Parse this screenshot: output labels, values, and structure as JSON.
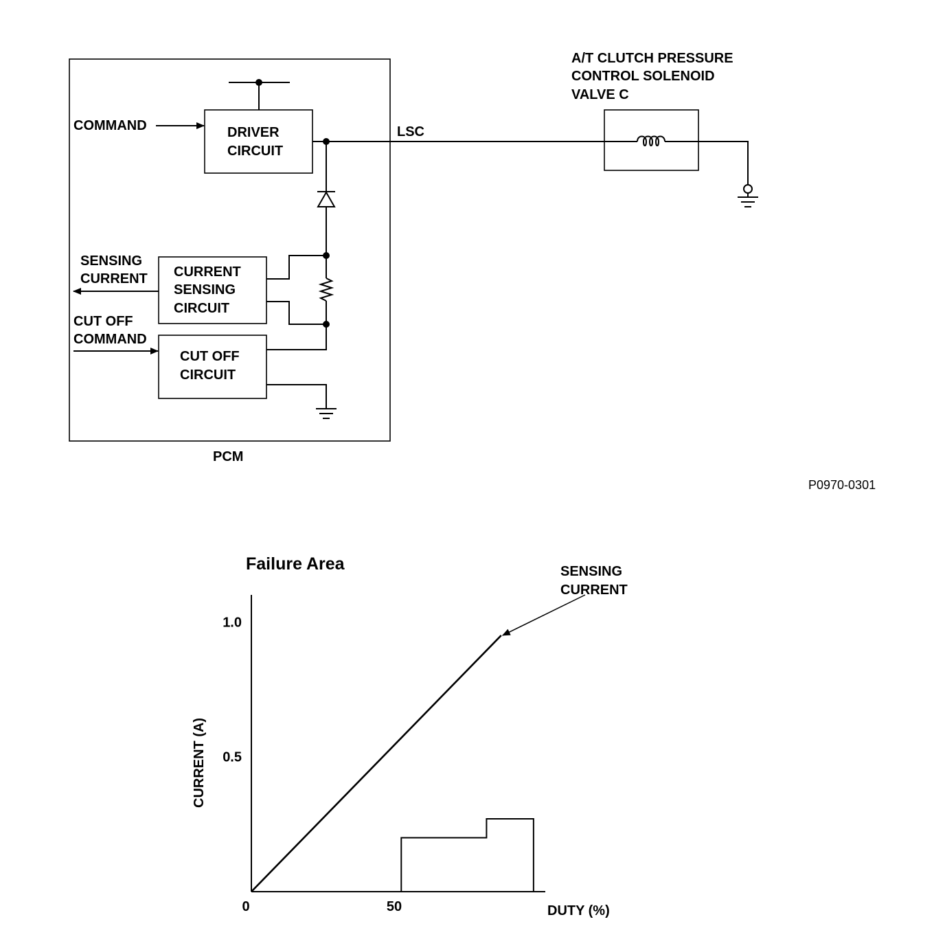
{
  "schematic": {
    "pcm_label": "PCM",
    "driver_circuit": [
      "DRIVER",
      "CIRCUIT"
    ],
    "command_label": "COMMAND",
    "lsc_label": "LSC",
    "solenoid_label": [
      "A/T CLUTCH PRESSURE",
      "CONTROL SOLENOID",
      "VALVE C"
    ],
    "sensing_current_out": [
      "SENSING",
      "CURRENT"
    ],
    "current_sensing_circuit": [
      "CURRENT",
      "SENSING",
      "CIRCUIT"
    ],
    "cut_off_command": [
      "CUT OFF",
      "COMMAND"
    ],
    "cut_off_circuit": [
      "CUT OFF",
      "CIRCUIT"
    ],
    "figure_id": "P0970-0301"
  },
  "chart_data": {
    "type": "line",
    "title": "Failure Area",
    "xlabel": "DUTY (%)",
    "ylabel": "CURRENT (A)",
    "x_ticks": [
      "0",
      "50"
    ],
    "y_ticks": [
      "1.0",
      "0.5"
    ],
    "xlim": [
      0,
      100
    ],
    "ylim": [
      0,
      1.1
    ],
    "series": [
      {
        "name": "SENSING CURRENT",
        "x": [
          0,
          85
        ],
        "y": [
          0,
          0.95
        ]
      }
    ],
    "annotation": [
      "SENSING",
      "CURRENT"
    ],
    "failure_area": {
      "x": [
        51,
        51,
        80,
        80,
        96,
        96
      ],
      "y": [
        0,
        0.2,
        0.2,
        0.27,
        0.27,
        0
      ]
    }
  }
}
